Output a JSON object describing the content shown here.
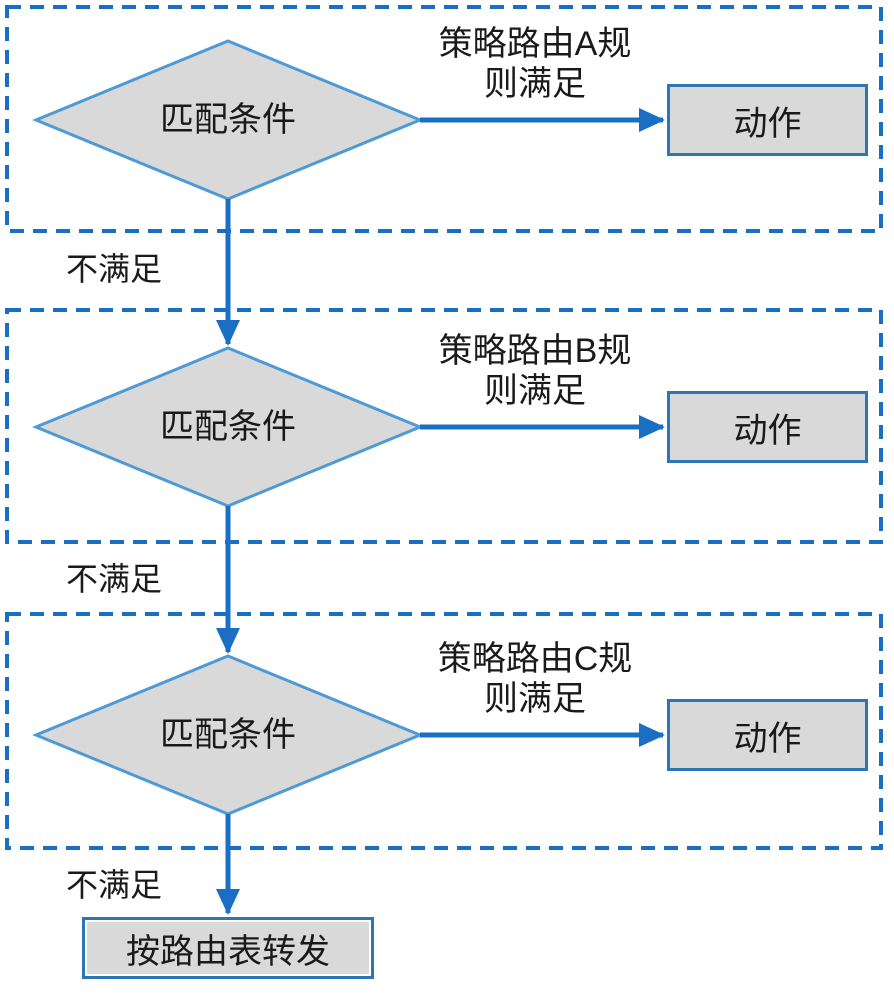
{
  "colors": {
    "line-blue": "#1A6FC5",
    "diamond-stroke": "#4E9AD5",
    "box-stroke": "#2E75B6",
    "shape-fill": "#D9D9D9",
    "text-color": "#1A1A1A",
    "background": "#FFFFFF"
  },
  "sections": [
    {
      "rule_label": "策略路由A规\n则满足",
      "condition_label": "匹配条件",
      "action_label": "动作",
      "no_match_label": "不满足"
    },
    {
      "rule_label": "策略路由B规\n则满足",
      "condition_label": "匹配条件",
      "action_label": "动作",
      "no_match_label": "不满足"
    },
    {
      "rule_label": "策略路由C规\n则满足",
      "condition_label": "匹配条件",
      "action_label": "动作",
      "no_match_label": "不满足"
    }
  ],
  "final_action_label": "按路由表转发"
}
